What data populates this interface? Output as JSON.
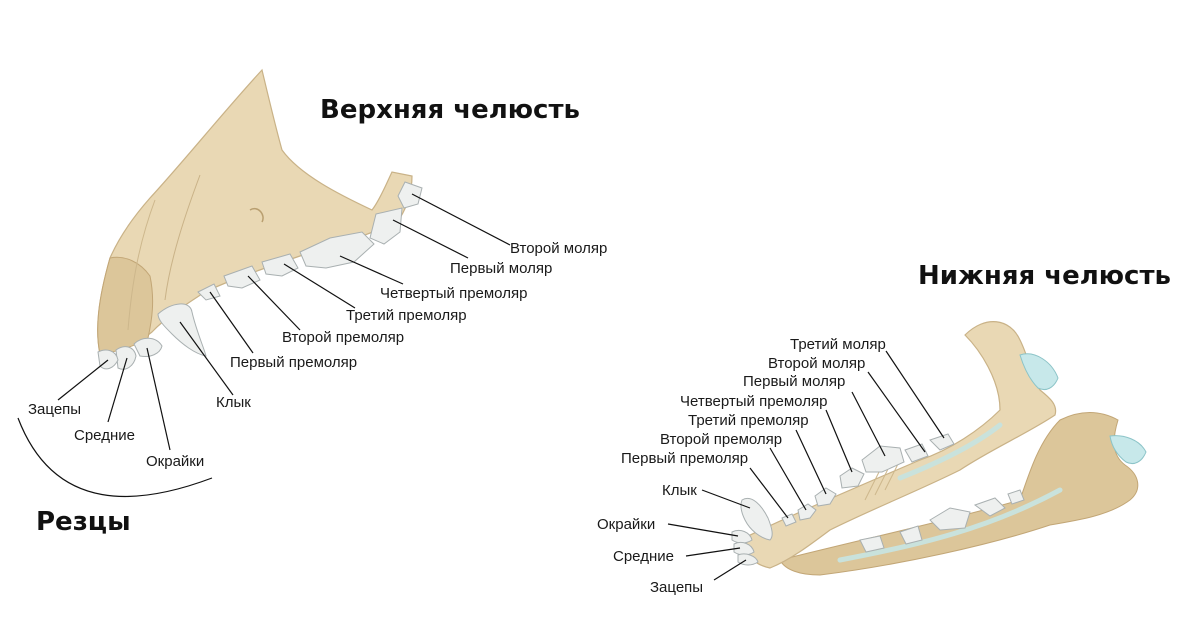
{
  "upper_jaw": {
    "title": "Верхняя челюсть",
    "labels": {
      "second_molar": "Второй моляр",
      "first_molar": "Первый моляр",
      "fourth_premolar": "Четвертый премоляр",
      "third_premolar": "Третий премоляр",
      "second_premolar": "Второй премоляр",
      "first_premolar": "Первый премоляр",
      "canine": "Клык",
      "corner_incisors": "Окрайки",
      "middle_incisors": "Средние",
      "central_incisors": "Зацепы"
    },
    "group_label": "Резцы"
  },
  "lower_jaw": {
    "title": "Нижняя челюсть",
    "labels": {
      "third_molar": "Третий моляр",
      "second_molar": "Второй моляр",
      "first_molar": "Первый моляр",
      "fourth_premolar": "Четвертый премоляр",
      "third_premolar": "Третий премоляр",
      "second_premolar": "Второй премоляр",
      "first_premolar": "Первый премоляр",
      "canine": "Клык",
      "corner_incisors": "Окрайки",
      "middle_incisors": "Средние",
      "central_incisors": "Зацепы"
    }
  }
}
